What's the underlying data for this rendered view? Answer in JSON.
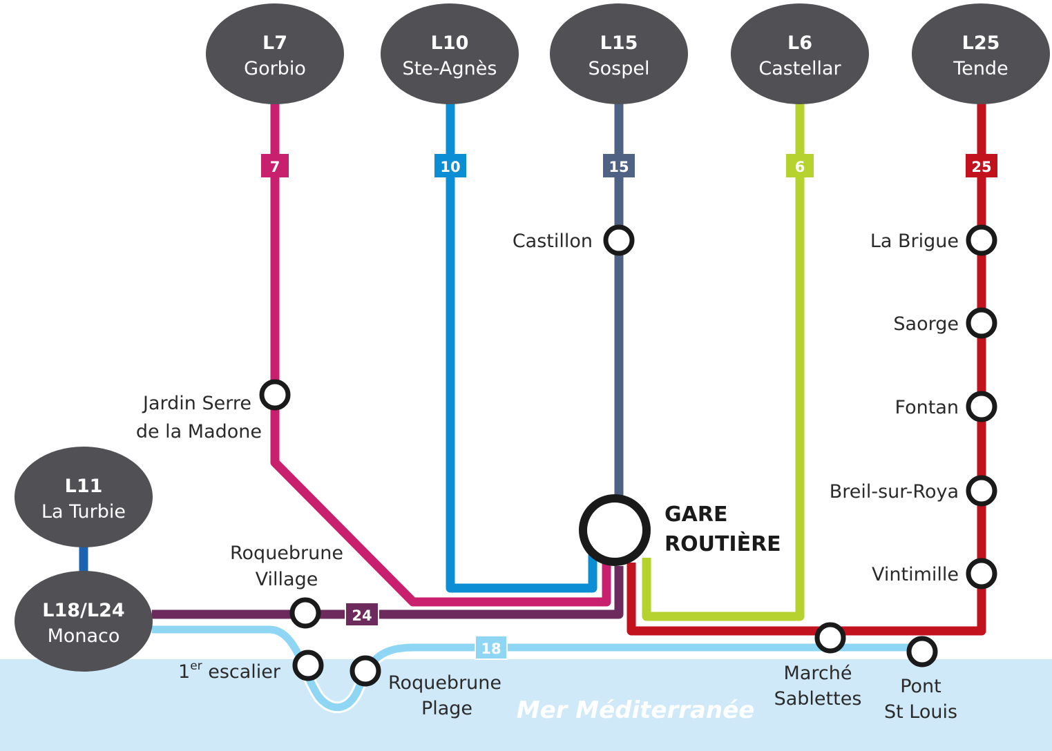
{
  "colors": {
    "terminal": "#515155",
    "sea": "#cfe9f8",
    "line7": "#c8206e",
    "line10": "#0b8ed3",
    "line15": "#4f6283",
    "line6": "#b6d22e",
    "line25": "#c1121e",
    "line24": "#6c2a5d",
    "line18": "#8ed6f4",
    "line11": "#1b63b1",
    "stop": "#1a1a1a"
  },
  "terminals": {
    "l7": {
      "code": "L7",
      "name": "Gorbio"
    },
    "l10": {
      "code": "L10",
      "name": "Ste-Agnès"
    },
    "l15": {
      "code": "L15",
      "name": "Sospel"
    },
    "l6": {
      "code": "L6",
      "name": "Castellar"
    },
    "l25": {
      "code": "L25",
      "name": "Tende"
    },
    "l11": {
      "code": "L11",
      "name": "La Turbie"
    },
    "l18": {
      "code": "L18/L24",
      "name": "Monaco"
    }
  },
  "badges": {
    "l7": "7",
    "l10": "10",
    "l15": "15",
    "l6": "6",
    "l25": "25",
    "l24": "24",
    "l18": "18"
  },
  "stops": {
    "castillon": "Castillon",
    "la_brigue": "La Brigue",
    "saorge": "Saorge",
    "fontan": "Fontan",
    "breil": "Breil-sur-Roya",
    "vintimille": "Vintimille",
    "jardin_1": "Jardin Serre",
    "jardin_2": "de la Madone",
    "roq_village_1": "Roquebrune",
    "roq_village_2": "Village",
    "escalier": "1",
    "escalier_sup": "er",
    "escalier_rest": " escalier",
    "roq_plage_1": "Roquebrune",
    "roq_plage_2": "Plage",
    "marche_1": "Marché",
    "marche_2": "Sablettes",
    "pont_1": "Pont",
    "pont_2": "St Louis"
  },
  "hub": {
    "line1": "GARE",
    "line2": "ROUTIÈRE"
  },
  "sea_label": "Mer Méditerranée"
}
